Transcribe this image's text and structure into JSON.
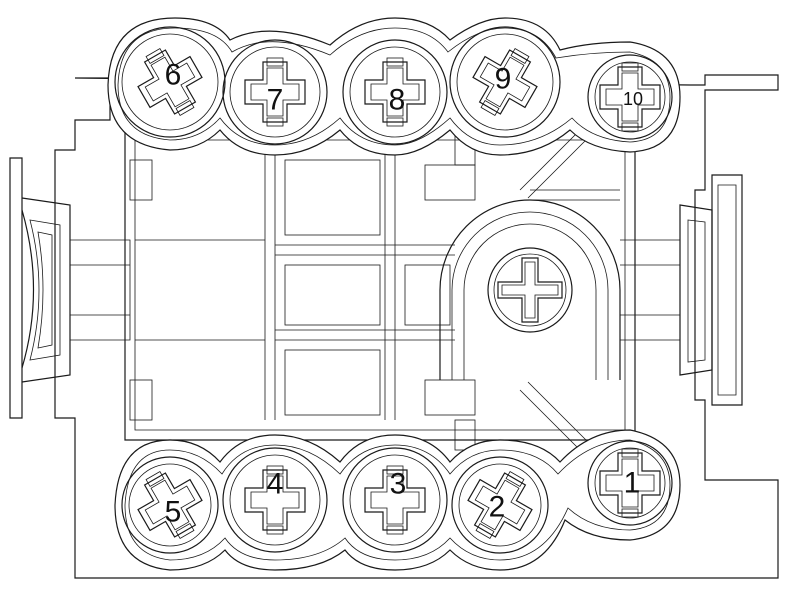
{
  "diagram": {
    "line_color": "#1a1a1a",
    "background": "#ffffff",
    "cavities": [
      {
        "id": "cavity-1",
        "label": "1",
        "cross": "straight"
      },
      {
        "id": "cavity-2",
        "label": "2",
        "cross": "rotated-right"
      },
      {
        "id": "cavity-3",
        "label": "3",
        "cross": "straight"
      },
      {
        "id": "cavity-4",
        "label": "4",
        "cross": "straight"
      },
      {
        "id": "cavity-5",
        "label": "5",
        "cross": "rotated-left"
      },
      {
        "id": "cavity-6",
        "label": "6",
        "cross": "rotated-left"
      },
      {
        "id": "cavity-7",
        "label": "7",
        "cross": "straight"
      },
      {
        "id": "cavity-8",
        "label": "8",
        "cross": "straight"
      },
      {
        "id": "cavity-9",
        "label": "9",
        "cross": "rotated-right"
      },
      {
        "id": "cavity-10",
        "label": "10",
        "cross": "straight"
      }
    ]
  }
}
